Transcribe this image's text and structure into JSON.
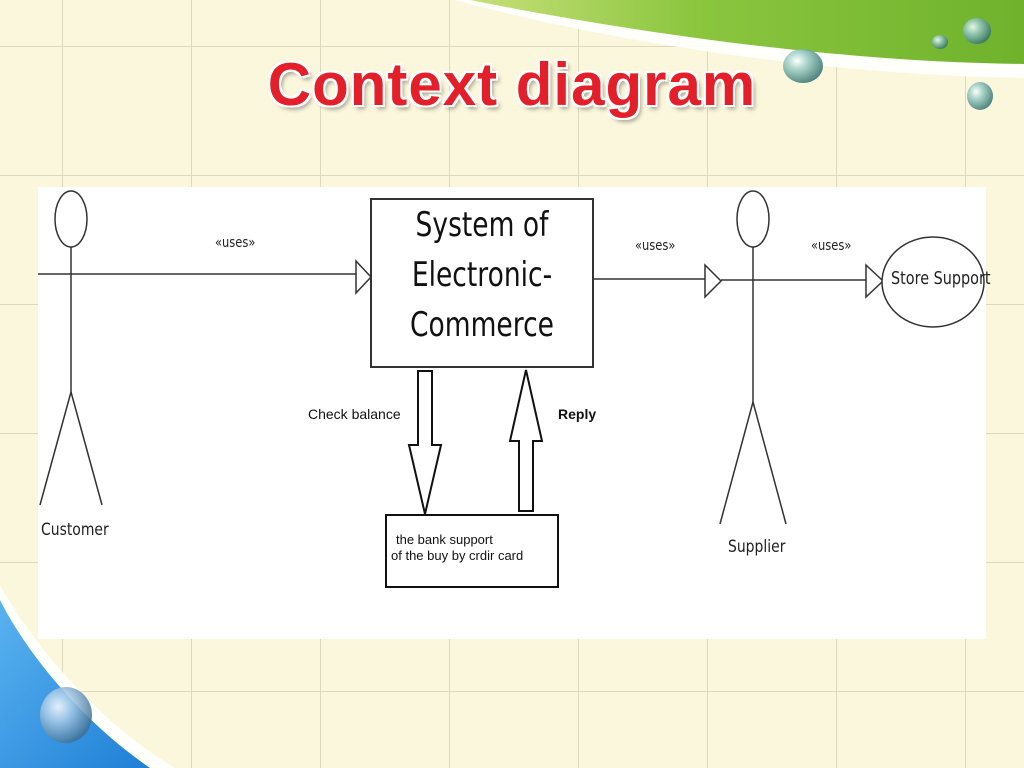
{
  "slide": {
    "title": "Context diagram"
  },
  "diagram": {
    "actors": {
      "customer": "Customer",
      "supplier": "Supplier"
    },
    "system": {
      "line1": "System of",
      "line2": "Electronic-",
      "line3": "Commerce"
    },
    "use_case": "Store Support",
    "relations": {
      "customer_to_system": "«uses»",
      "system_to_supplier": "«uses»",
      "supplier_to_store": "«uses»"
    },
    "flows": {
      "request": "Check balance",
      "response": "Reply"
    },
    "external_entity": {
      "line1": "the bank support",
      "line2": "of the buy  by crdir card"
    }
  },
  "colors": {
    "title_red": "#e3202a",
    "top_green": "#8cc63f",
    "bottom_blue": "#2b8fe0",
    "background": "#fbf7dc"
  }
}
